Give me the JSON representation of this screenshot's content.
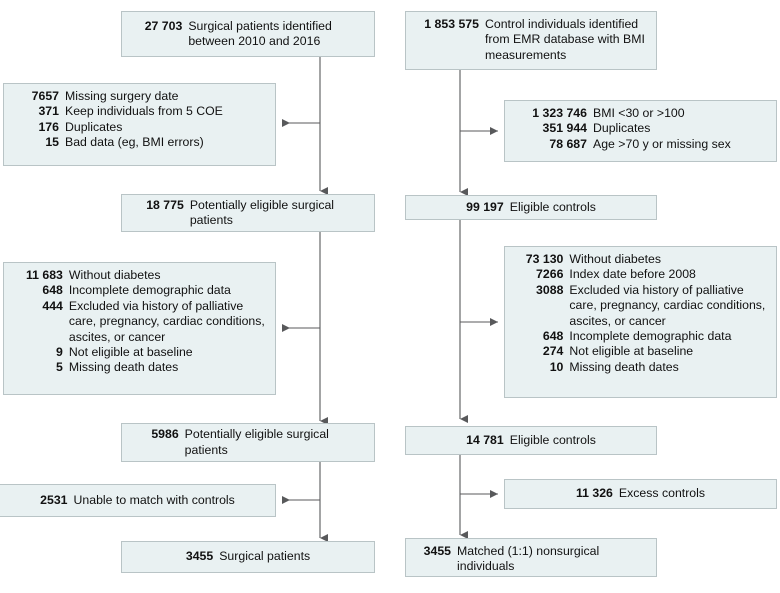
{
  "figure": {
    "type": "flowchart",
    "description": "Study flow diagram of surgical patients and matched nonsurgical control individuals",
    "accent_fill": "#e9f1f2",
    "border_color": "#b9c4c6",
    "line_color": "#58595b"
  },
  "boxes": {
    "surgical_identified": {
      "rows": [
        {
          "num": "27 703",
          "txt": "Surgical patients identified between 2010 and 2016"
        }
      ]
    },
    "surgical_exclusions_1": {
      "rows": [
        {
          "num": "7657",
          "txt": "Missing surgery date"
        },
        {
          "num": "371",
          "txt": "Keep individuals from 5 COE"
        },
        {
          "num": "176",
          "txt": "Duplicates"
        },
        {
          "num": "15",
          "txt": "Bad data (eg, BMI errors)"
        }
      ]
    },
    "surgical_potentially_eligible_1": {
      "rows": [
        {
          "num": "18 775",
          "txt": "Potentially eligible surgical patients"
        }
      ]
    },
    "surgical_exclusions_2": {
      "rows": [
        {
          "num": "11 683",
          "txt": "Without diabetes"
        },
        {
          "num": "648",
          "txt": "Incomplete demographic data"
        },
        {
          "num": "444",
          "txt": "Excluded via history of palliative care, pregnancy, cardiac conditions, ascites, or cancer"
        },
        {
          "num": "9",
          "txt": "Not eligible at baseline"
        },
        {
          "num": "5",
          "txt": "Missing death dates"
        }
      ]
    },
    "surgical_potentially_eligible_2": {
      "rows": [
        {
          "num": "5986",
          "txt": "Potentially eligible surgical patients"
        }
      ]
    },
    "surgical_unmatched": {
      "rows": [
        {
          "num": "2531",
          "txt": "Unable to match with controls"
        }
      ]
    },
    "surgical_final": {
      "rows": [
        {
          "num": "3455",
          "txt": "Surgical patients"
        }
      ]
    },
    "controls_identified": {
      "rows": [
        {
          "num": "1 853 575",
          "txt": "Control individuals identified from EMR database with BMI measurements"
        }
      ]
    },
    "controls_exclusions_1": {
      "rows": [
        {
          "num": "1 323 746",
          "txt": "BMI <30 or >100"
        },
        {
          "num": "351 944",
          "txt": "Duplicates"
        },
        {
          "num": "78 687",
          "txt": "Age >70 y or missing sex"
        }
      ]
    },
    "controls_eligible_1": {
      "rows": [
        {
          "num": "99 197",
          "txt": "Eligible controls"
        }
      ]
    },
    "controls_exclusions_2": {
      "rows": [
        {
          "num": "73 130",
          "txt": "Without diabetes"
        },
        {
          "num": "7266",
          "txt": "Index date before 2008"
        },
        {
          "num": "3088",
          "txt": "Excluded via history of palliative care, pregnancy, cardiac conditions, ascites, or cancer"
        },
        {
          "num": "648",
          "txt": "Incomplete demographic data"
        },
        {
          "num": "274",
          "txt": "Not eligible at baseline"
        },
        {
          "num": "10",
          "txt": "Missing death dates"
        }
      ]
    },
    "controls_eligible_2": {
      "rows": [
        {
          "num": "14 781",
          "txt": "Eligible controls"
        }
      ]
    },
    "controls_excess": {
      "rows": [
        {
          "num": "11 326",
          "txt": "Excess controls"
        }
      ]
    },
    "controls_final": {
      "rows": [
        {
          "num": "3455",
          "txt": "Matched (1:1) nonsurgical individuals"
        }
      ]
    }
  }
}
